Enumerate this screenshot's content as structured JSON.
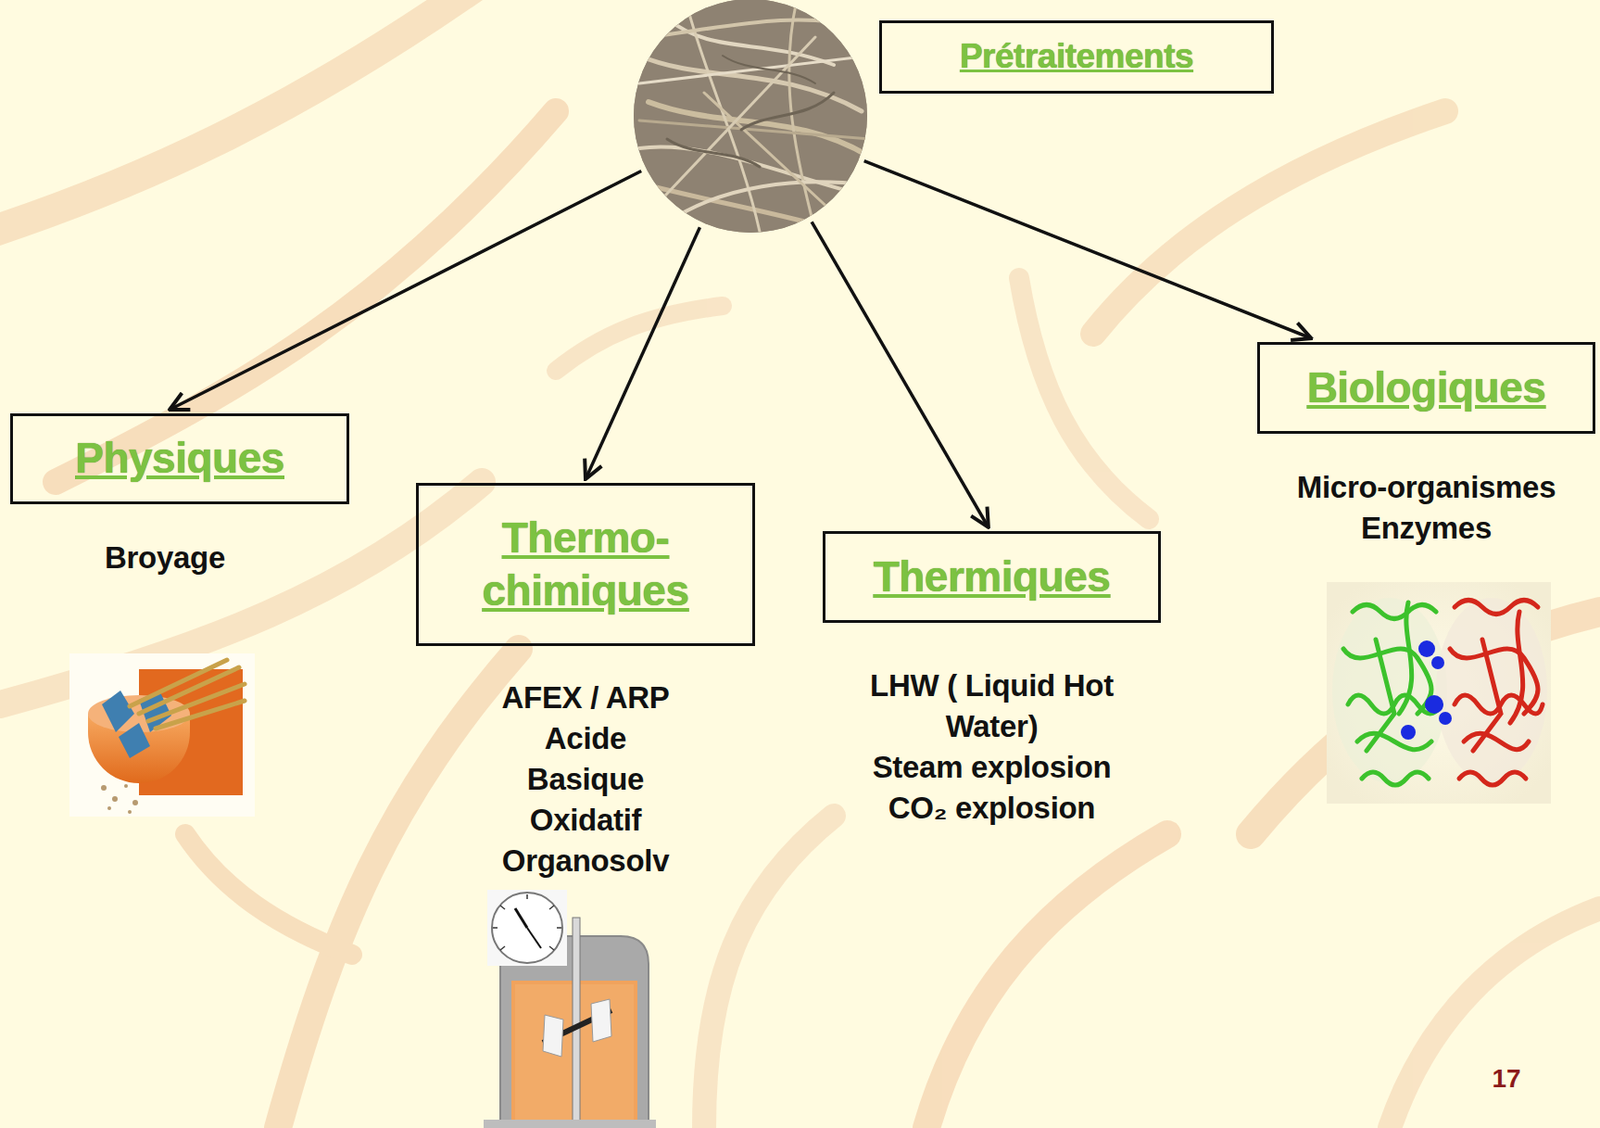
{
  "diagram": {
    "nodes": [
      {
        "text": [
          "Prétraitements"
        ]
      },
      {
        "text": [
          "Physiques",
          "Broyage"
        ]
      },
      {
        "text": [
          "Thermo- chimiques",
          "AFEX / ARP",
          "Acide",
          "Basique",
          "Oxidatif",
          "Organosolv"
        ]
      },
      {
        "text": [
          "Thermiques",
          "LHW ( Liquid Hot Water)",
          "Steam explosion",
          "CO₂ explosion"
        ]
      },
      {
        "text": [
          "Biologiques",
          "Micro-organismes",
          "Enzymes"
        ]
      }
    ],
    "edges": [
      {
        "from": 0,
        "to": 1,
        "arrow": "to"
      },
      {
        "from": 0,
        "to": 2,
        "arrow": "to"
      },
      {
        "from": 0,
        "to": 3,
        "arrow": "to"
      },
      {
        "from": 0,
        "to": 4,
        "arrow": "to"
      }
    ],
    "labels": [
      "17"
    ]
  }
}
